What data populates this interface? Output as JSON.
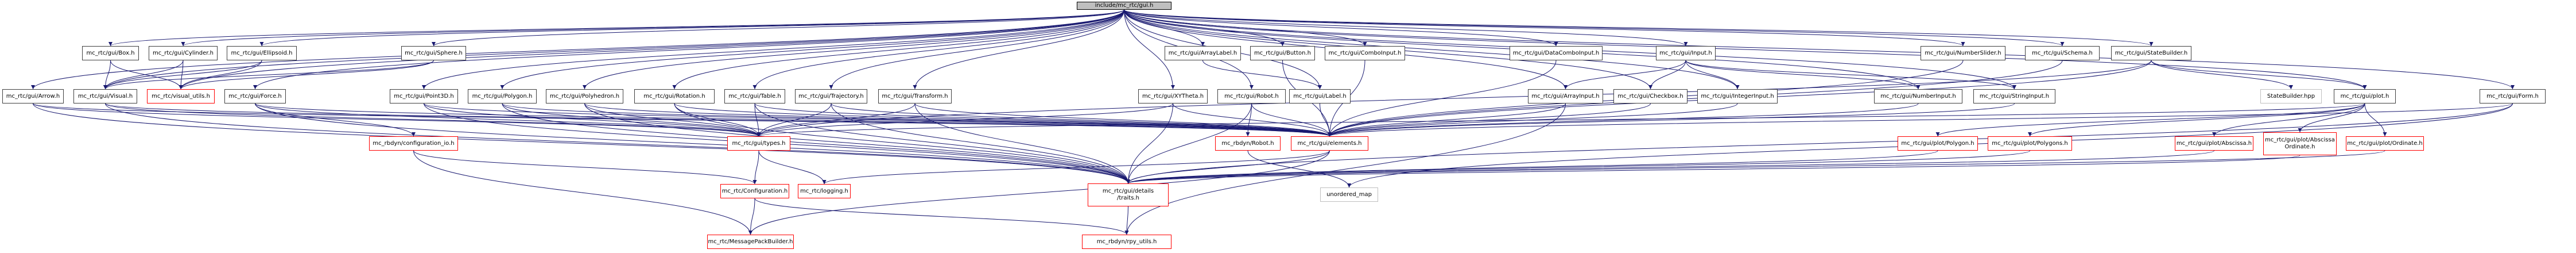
{
  "title": "include/mc_rtc/gui.h",
  "colors": {
    "edge": "#191970",
    "root_fill": "#bfbfbf",
    "missing_border": "#ff0000",
    "external_border": "#bfbfbf",
    "node_border": "#404040"
  },
  "nodes": [
    {
      "id": "root",
      "label": "include/mc_rtc/gui.h",
      "kind": "root"
    },
    {
      "id": "box",
      "label": "mc_rtc/gui/Box.h",
      "kind": "normal"
    },
    {
      "id": "cylinder",
      "label": "mc_rtc/gui/Cylinder.h",
      "kind": "normal"
    },
    {
      "id": "ellipsoid",
      "label": "mc_rtc/gui/Ellipsoid.h",
      "kind": "normal"
    },
    {
      "id": "sphere",
      "label": "mc_rtc/gui/Sphere.h",
      "kind": "normal"
    },
    {
      "id": "arraylabel",
      "label": "mc_rtc/gui/ArrayLabel.h",
      "kind": "normal"
    },
    {
      "id": "button",
      "label": "mc_rtc/gui/Button.h",
      "kind": "normal"
    },
    {
      "id": "comboinput",
      "label": "mc_rtc/gui/ComboInput.h",
      "kind": "normal"
    },
    {
      "id": "datacomboinput",
      "label": "mc_rtc/gui/DataComboInput.h",
      "kind": "normal"
    },
    {
      "id": "input",
      "label": "mc_rtc/gui/Input.h",
      "kind": "normal"
    },
    {
      "id": "numberslider",
      "label": "mc_rtc/gui/NumberSlider.h",
      "kind": "normal"
    },
    {
      "id": "schema",
      "label": "mc_rtc/gui/Schema.h",
      "kind": "normal"
    },
    {
      "id": "statebuilder",
      "label": "mc_rtc/gui/StateBuilder.h",
      "kind": "normal"
    },
    {
      "id": "arrow",
      "label": "mc_rtc/gui/Arrow.h",
      "kind": "normal"
    },
    {
      "id": "visual",
      "label": "mc_rtc/gui/Visual.h",
      "kind": "normal"
    },
    {
      "id": "visual_utils",
      "label": "mc_rtc/visual_utils.h",
      "kind": "missing"
    },
    {
      "id": "force",
      "label": "mc_rtc/gui/Force.h",
      "kind": "normal"
    },
    {
      "id": "point3d",
      "label": "mc_rtc/gui/Point3D.h",
      "kind": "normal"
    },
    {
      "id": "polygon",
      "label": "mc_rtc/gui/Polygon.h",
      "kind": "normal"
    },
    {
      "id": "polyhedron",
      "label": "mc_rtc/gui/Polyhedron.h",
      "kind": "normal"
    },
    {
      "id": "rotation",
      "label": "mc_rtc/gui/Rotation.h",
      "kind": "normal"
    },
    {
      "id": "table",
      "label": "mc_rtc/gui/Table.h",
      "kind": "normal"
    },
    {
      "id": "trajectory",
      "label": "mc_rtc/gui/Trajectory.h",
      "kind": "normal"
    },
    {
      "id": "transform",
      "label": "mc_rtc/gui/Transform.h",
      "kind": "normal"
    },
    {
      "id": "xytheta",
      "label": "mc_rtc/gui/XYTheta.h",
      "kind": "normal"
    },
    {
      "id": "robot",
      "label": "mc_rtc/gui/Robot.h",
      "kind": "normal"
    },
    {
      "id": "label",
      "label": "mc_rtc/gui/Label.h",
      "kind": "normal"
    },
    {
      "id": "arrayinput",
      "label": "mc_rtc/gui/ArrayInput.h",
      "kind": "normal"
    },
    {
      "id": "checkbox",
      "label": "mc_rtc/gui/Checkbox.h",
      "kind": "normal"
    },
    {
      "id": "integerinput",
      "label": "mc_rtc/gui/IntegerInput.h",
      "kind": "normal"
    },
    {
      "id": "numberinput",
      "label": "mc_rtc/gui/NumberInput.h",
      "kind": "normal"
    },
    {
      "id": "stringinput",
      "label": "mc_rtc/gui/StringInput.h",
      "kind": "normal"
    },
    {
      "id": "statebuilder_hpp",
      "label": "StateBuilder.hpp",
      "kind": "external"
    },
    {
      "id": "plot",
      "label": "mc_rtc/gui/plot.h",
      "kind": "normal"
    },
    {
      "id": "form",
      "label": "mc_rtc/gui/Form.h",
      "kind": "normal"
    },
    {
      "id": "configuration_io",
      "label": "mc_rbdyn/configuration_io.h",
      "kind": "missing"
    },
    {
      "id": "types",
      "label": "mc_rtc/gui/types.h",
      "kind": "missing"
    },
    {
      "id": "rbdyn_robot",
      "label": "mc_rbdyn/Robot.h",
      "kind": "missing"
    },
    {
      "id": "elements",
      "label": "mc_rtc/gui/elements.h",
      "kind": "missing"
    },
    {
      "id": "plot_polygon",
      "label": "mc_rtc/gui/plot/Polygon.h",
      "kind": "missing"
    },
    {
      "id": "plot_polygons",
      "label": "mc_rtc/gui/plot/Polygons.h",
      "kind": "missing"
    },
    {
      "id": "plot_abscissa",
      "label": "mc_rtc/gui/plot/Abscissa.h",
      "kind": "missing"
    },
    {
      "id": "plot_abscissaordinate",
      "label": "mc_rtc/gui/plot/Abscissa\nOrdinate.h",
      "kind": "missing"
    },
    {
      "id": "plot_ordinate",
      "label": "mc_rtc/gui/plot/Ordinate.h",
      "kind": "missing"
    },
    {
      "id": "configuration",
      "label": "mc_rtc/Configuration.h",
      "kind": "missing"
    },
    {
      "id": "logging",
      "label": "mc_rtc/logging.h",
      "kind": "missing"
    },
    {
      "id": "traits",
      "label": "mc_rtc/gui/details\n/traits.h",
      "kind": "missing"
    },
    {
      "id": "unordered_map",
      "label": "unordered_map",
      "kind": "external"
    },
    {
      "id": "messagepackbuilder",
      "label": "mc_rtc/MessagePackBuilder.h",
      "kind": "missing"
    },
    {
      "id": "rpy_utils",
      "label": "mc_rbdyn/rpy_utils.h",
      "kind": "missing"
    }
  ],
  "edges": [
    [
      "root",
      "box"
    ],
    [
      "root",
      "cylinder"
    ],
    [
      "root",
      "ellipsoid"
    ],
    [
      "root",
      "sphere"
    ],
    [
      "root",
      "arraylabel"
    ],
    [
      "root",
      "button"
    ],
    [
      "root",
      "comboinput"
    ],
    [
      "root",
      "datacomboinput"
    ],
    [
      "root",
      "input"
    ],
    [
      "root",
      "numberslider"
    ],
    [
      "root",
      "schema"
    ],
    [
      "root",
      "statebuilder"
    ],
    [
      "root",
      "arrow"
    ],
    [
      "root",
      "visual"
    ],
    [
      "root",
      "visual_utils"
    ],
    [
      "root",
      "force"
    ],
    [
      "root",
      "point3d"
    ],
    [
      "root",
      "polygon"
    ],
    [
      "root",
      "polyhedron"
    ],
    [
      "root",
      "rotation"
    ],
    [
      "root",
      "table"
    ],
    [
      "root",
      "trajectory"
    ],
    [
      "root",
      "transform"
    ],
    [
      "root",
      "xytheta"
    ],
    [
      "root",
      "robot"
    ],
    [
      "root",
      "label"
    ],
    [
      "root",
      "arrayinput"
    ],
    [
      "root",
      "checkbox"
    ],
    [
      "root",
      "integerinput"
    ],
    [
      "root",
      "numberinput"
    ],
    [
      "root",
      "stringinput"
    ],
    [
      "root",
      "plot"
    ],
    [
      "root",
      "form"
    ],
    [
      "box",
      "visual"
    ],
    [
      "box",
      "visual_utils"
    ],
    [
      "cylinder",
      "visual"
    ],
    [
      "cylinder",
      "visual_utils"
    ],
    [
      "ellipsoid",
      "visual"
    ],
    [
      "ellipsoid",
      "visual_utils"
    ],
    [
      "sphere",
      "visual"
    ],
    [
      "sphere",
      "visual_utils"
    ],
    [
      "arraylabel",
      "label"
    ],
    [
      "button",
      "elements"
    ],
    [
      "comboinput",
      "elements"
    ],
    [
      "datacomboinput",
      "elements"
    ],
    [
      "input",
      "arrayinput"
    ],
    [
      "input",
      "checkbox"
    ],
    [
      "input",
      "integerinput"
    ],
    [
      "input",
      "numberinput"
    ],
    [
      "input",
      "stringinput"
    ],
    [
      "numberslider",
      "elements"
    ],
    [
      "schema",
      "elements"
    ],
    [
      "statebuilder",
      "elements"
    ],
    [
      "statebuilder",
      "statebuilder_hpp"
    ],
    [
      "statebuilder",
      "plot"
    ],
    [
      "statebuilder",
      "types"
    ],
    [
      "arrow",
      "types"
    ],
    [
      "arrow",
      "elements"
    ],
    [
      "arrow",
      "traits"
    ],
    [
      "visual",
      "types"
    ],
    [
      "visual",
      "elements"
    ],
    [
      "visual",
      "traits"
    ],
    [
      "force",
      "types"
    ],
    [
      "force",
      "elements"
    ],
    [
      "force",
      "traits"
    ],
    [
      "force",
      "configuration_io"
    ],
    [
      "point3d",
      "types"
    ],
    [
      "point3d",
      "elements"
    ],
    [
      "point3d",
      "traits"
    ],
    [
      "polygon",
      "types"
    ],
    [
      "polygon",
      "elements"
    ],
    [
      "polygon",
      "traits"
    ],
    [
      "polyhedron",
      "types"
    ],
    [
      "polyhedron",
      "elements"
    ],
    [
      "polyhedron",
      "traits"
    ],
    [
      "rotation",
      "types"
    ],
    [
      "rotation",
      "elements"
    ],
    [
      "rotation",
      "traits"
    ],
    [
      "table",
      "types"
    ],
    [
      "table",
      "elements"
    ],
    [
      "table",
      "traits"
    ],
    [
      "trajectory",
      "types"
    ],
    [
      "trajectory",
      "elements"
    ],
    [
      "trajectory",
      "traits"
    ],
    [
      "transform",
      "types"
    ],
    [
      "transform",
      "elements"
    ],
    [
      "transform",
      "traits"
    ],
    [
      "xytheta",
      "types"
    ],
    [
      "xytheta",
      "elements"
    ],
    [
      "xytheta",
      "traits"
    ],
    [
      "robot",
      "rbdyn_robot"
    ],
    [
      "robot",
      "elements"
    ],
    [
      "robot",
      "traits"
    ],
    [
      "label",
      "elements"
    ],
    [
      "arrayinput",
      "elements"
    ],
    [
      "arrayinput",
      "rpy_utils"
    ],
    [
      "checkbox",
      "elements"
    ],
    [
      "integerinput",
      "elements"
    ],
    [
      "numberinput",
      "elements"
    ],
    [
      "stringinput",
      "elements"
    ],
    [
      "plot",
      "plot_polygon"
    ],
    [
      "plot",
      "plot_polygons"
    ],
    [
      "plot",
      "plot_abscissa"
    ],
    [
      "plot",
      "plot_abscissaordinate"
    ],
    [
      "plot",
      "plot_ordinate"
    ],
    [
      "plot",
      "types"
    ],
    [
      "form",
      "elements"
    ],
    [
      "form",
      "traits"
    ],
    [
      "form",
      "unordered_map"
    ],
    [
      "plot_polygon",
      "traits"
    ],
    [
      "plot_polygons",
      "traits"
    ],
    [
      "plot_abscissa",
      "traits"
    ],
    [
      "plot_abscissaordinate",
      "traits"
    ],
    [
      "plot_ordinate",
      "traits"
    ],
    [
      "configuration_io",
      "configuration"
    ],
    [
      "configuration_io",
      "messagepackbuilder"
    ],
    [
      "types",
      "configuration"
    ],
    [
      "types",
      "logging"
    ],
    [
      "elements",
      "traits"
    ],
    [
      "elements",
      "logging"
    ],
    [
      "elements",
      "messagepackbuilder"
    ],
    [
      "rbdyn_robot",
      "unordered_map"
    ],
    [
      "traits",
      "rpy_utils"
    ],
    [
      "configuration",
      "messagepackbuilder"
    ],
    [
      "configuration",
      "rpy_utils"
    ]
  ]
}
